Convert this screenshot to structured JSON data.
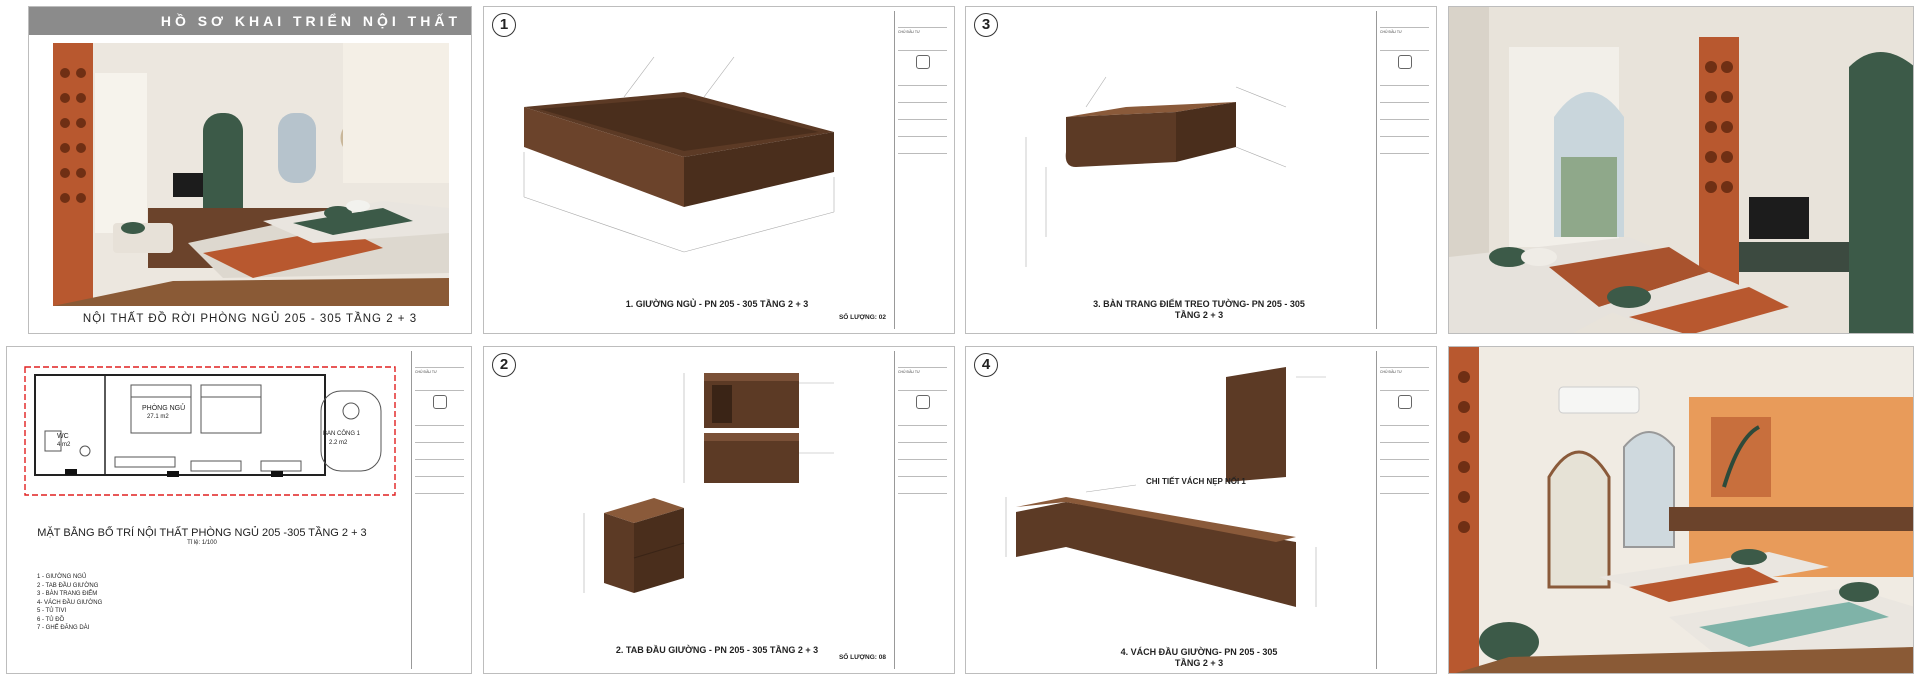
{
  "cover": {
    "header": "HỒ SƠ KHAI TRIỂN NỘI THẤT",
    "caption": "NỘI THẤT ĐỒ RỜI PHÒNG NGỦ 205 - 305       TẦNG 2 + 3"
  },
  "sheets": {
    "bed": {
      "number": "1",
      "title": "1. GIƯỜNG NGỦ - PN 205 - 305   TẦNG 2 + 3",
      "qty": "SỐ LƯỢNG: 02"
    },
    "vanity": {
      "number": "3",
      "title_line1": "3. BÀN TRANG ĐIỂM TREO TƯỜNG- PN 205 - 305",
      "title_line2": "TẦNG 2 + 3"
    },
    "night": {
      "number": "2",
      "title": "2. TAB ĐẦU GIƯỜNG - PN 205 - 305   TẦNG 2 + 3",
      "qty": "SỐ LƯỢNG: 08"
    },
    "wall": {
      "number": "4",
      "detail_label": "CHI TIẾT VÁCH NẸP NỐI 1",
      "title_line1": "4. VÁCH ĐẦU GIƯỜNG- PN 205 - 305",
      "title_line2": "TẦNG 2 + 3"
    }
  },
  "plan": {
    "title": "MẶT BẰNG BỐ TRÍ NỘI THẤT PHÒNG NGỦ 205 -305 TẦNG 2 + 3",
    "scale": "Tỉ lệ: 1/100",
    "legend": [
      "1 - GIƯỜNG NGỦ",
      "2 - TAB ĐẦU GIƯỜNG",
      "3 - BÀN TRANG ĐIỂM",
      "4- VÁCH ĐẦU GIƯỜNG",
      "5 - TỦ TIVI",
      "6 - TỦ ĐỒ",
      "7 - GHẾ ĐĂNG DÀI"
    ],
    "room_label": "PHÒNG NGỦ",
    "room_area": "27.1 m2",
    "wc_label": "WC",
    "wc_area": "4 m2",
    "balcony_label": "BAN CÔNG 1",
    "balcony_area": "2.2 m2"
  },
  "colors": {
    "wood_dark": "#4a2e1c",
    "wood_mid": "#6b432b",
    "terracotta": "#b8582f",
    "green": "#3c5a48",
    "cover_band": "#8b8b8b",
    "red_dash": "#e02020"
  }
}
